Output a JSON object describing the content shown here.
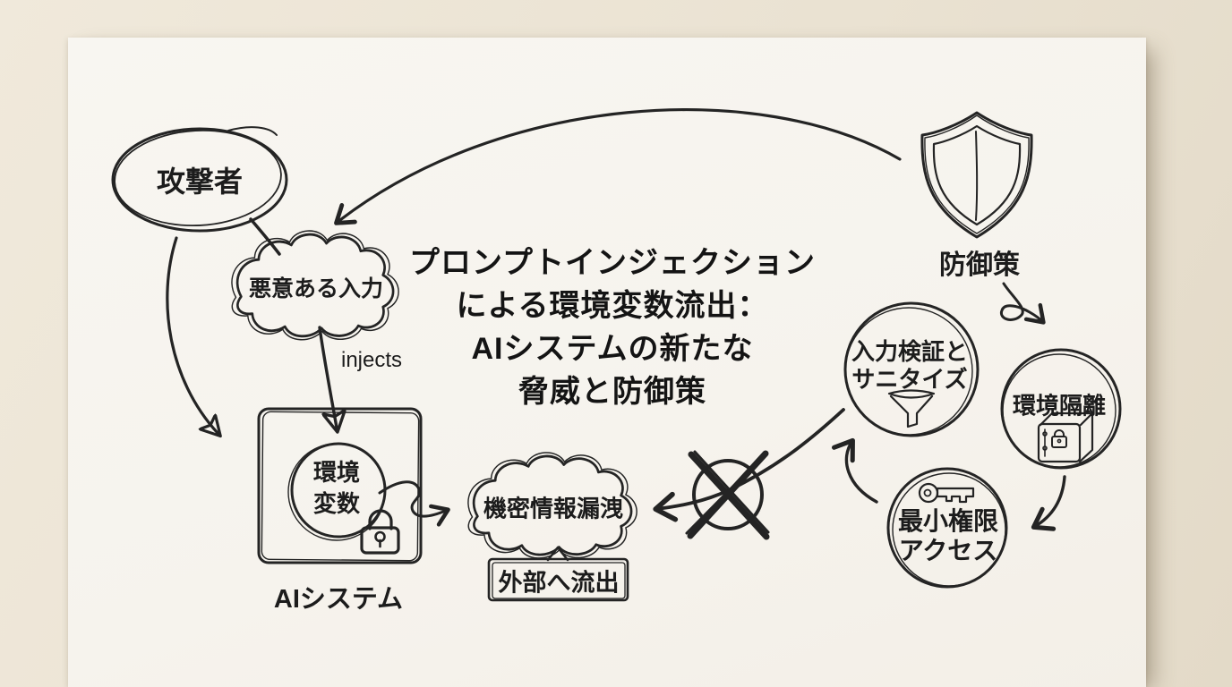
{
  "palette": {
    "ink": "#242424",
    "paper": "#f7f4ee",
    "background": "#e9e1d2"
  },
  "title": "プロンプトインジェクション\nによる環境変数流出：\nAIシステムの新たな\n脅威と防御策",
  "attack_flow": {
    "attacker_label": "攻撃者",
    "malicious_input_label": "悪意ある入力",
    "injects_label": "injects",
    "env_vars_label": "環境\n変数",
    "ai_system_label": "AIシステム",
    "leak_label": "機密情報漏洩",
    "external_leak_label": "外部へ流出"
  },
  "defense": {
    "label": "防御策",
    "items": [
      {
        "label": "入力検証と\nサニタイズ",
        "icon": "funnel-icon"
      },
      {
        "label": "環境隔離",
        "icon": "safe-icon"
      },
      {
        "label": "最小権限\nアクセス",
        "icon": "key-icon"
      }
    ]
  },
  "icons": {
    "shield": "shield-icon",
    "lock": "lock-icon",
    "funnel": "funnel-icon",
    "safe": "safe-icon",
    "key": "key-icon",
    "blocked": "x-mark-icon"
  }
}
